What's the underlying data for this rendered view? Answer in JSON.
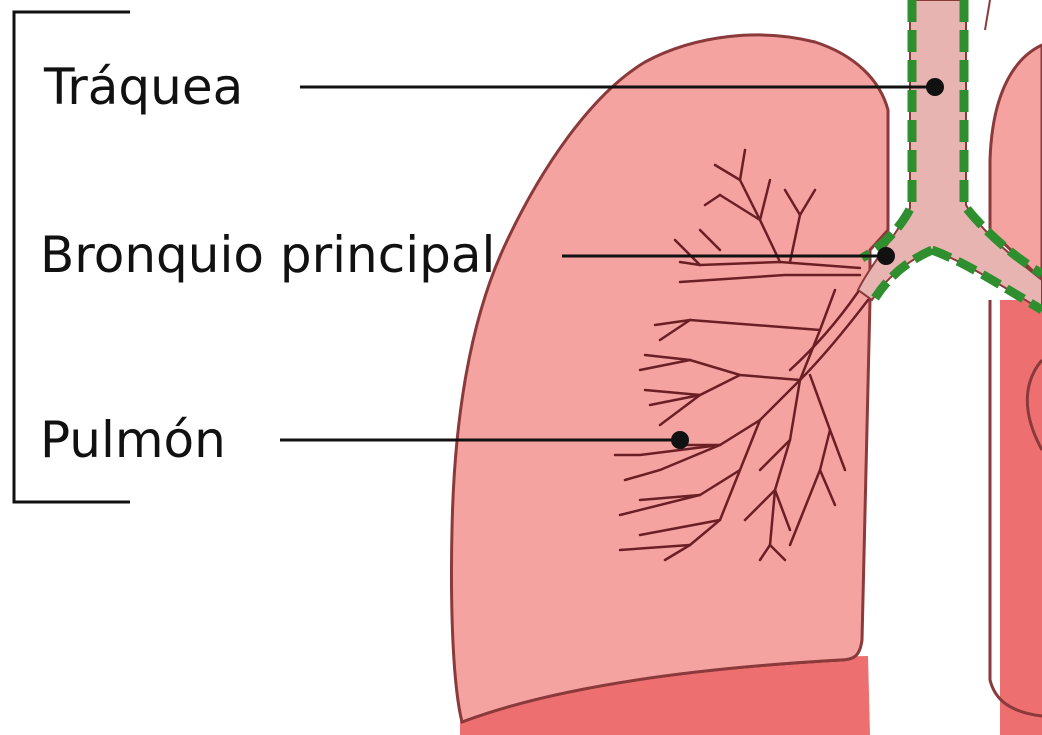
{
  "labels": {
    "trachea": "Tráquea",
    "main_bronchus": "Bronquio principal",
    "lung": "Pulmón"
  },
  "colors": {
    "lung_fill": "#f4a3a1",
    "lung_shadow": "#ee6f70",
    "lung_outline": "#8a3a3a",
    "airway_fill": "#e8b4b1",
    "cartilage_green": "#2f8f2f",
    "bronchiole_line": "#6b1f25",
    "callout_line": "#111111"
  }
}
